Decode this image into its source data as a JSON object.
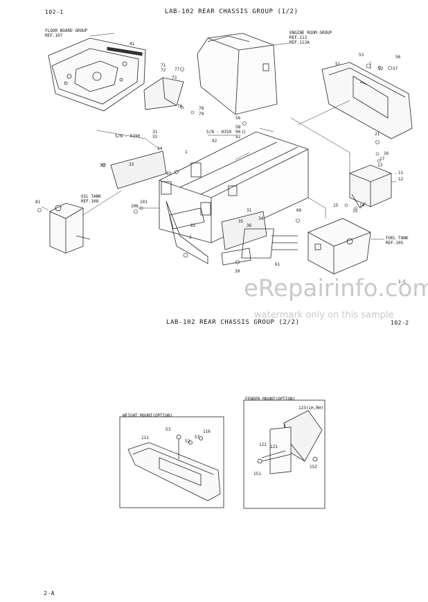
{
  "page": {
    "top_left_code": "102-1",
    "bottom_left_code": "2-A",
    "top_right_code": "1-C",
    "mid_right_code": "102-2"
  },
  "section1": {
    "title": "LAB-102   REAR CHASSIS GROUP (1/2)"
  },
  "section2": {
    "title": "LAB-102   REAR CHASSIS GROUP (2/2)"
  },
  "watermark": {
    "main": "eRepairinfo.com",
    "sub": "watermark only on this sample"
  },
  "refs": {
    "floor_board": [
      "FLOOR BOARD GROUP",
      "REF.107"
    ],
    "engine_room": [
      "ENGINE ROOM GROUP",
      "REF.113",
      "REF.113A"
    ],
    "oil_tank": [
      "OIL TANK",
      "REF.108"
    ],
    "fuel_tank": [
      "FUEL TANK",
      "REF.105"
    ],
    "sn_0190": "S/N - 0190",
    "sn_0350": "S/N - 0350"
  },
  "parts1": {
    "p41": "41",
    "p71": "71",
    "p72": "72",
    "p77": "77",
    "p73": "73",
    "p76": "76",
    "p78": "78",
    "p79": "79",
    "p53": "53",
    "p56": "56",
    "p51": "51",
    "p52": "52",
    "p57": "57",
    "p56b": "56",
    "p58": "58",
    "p90": "90",
    "p92": "92",
    "p92b": "92",
    "p31": "31",
    "p32": "32",
    "p34": "34",
    "p33": "33",
    "p39": "39",
    "p1": "1",
    "p93": "93",
    "p21": "21",
    "p16": "16",
    "p17": "17",
    "p13": "13",
    "p11": "11",
    "p12": "12",
    "p15": "15",
    "p14": "14",
    "p15b": "15",
    "p81": "81",
    "p106": "106",
    "p101": "101",
    "p2": "2",
    "p31b": "31",
    "p35": "35",
    "p36": "36",
    "p34b": "34",
    "p66": "66",
    "p61": "61",
    "p39b": "39",
    "p62": "62"
  },
  "weight_mount": {
    "title": "WEIGHT MOUNT(OPTION)",
    "labels": {
      "a111": "111",
      "a53": "53",
      "a52": "52",
      "a57": "57",
      "a116": "116"
    }
  },
  "fender_mount": {
    "title": "FENDER MOUNT(OPTION)",
    "labels": {
      "b123": "123(LH,RH)",
      "b122": "122",
      "b121": "121",
      "b151": "151",
      "b152": "152"
    }
  }
}
